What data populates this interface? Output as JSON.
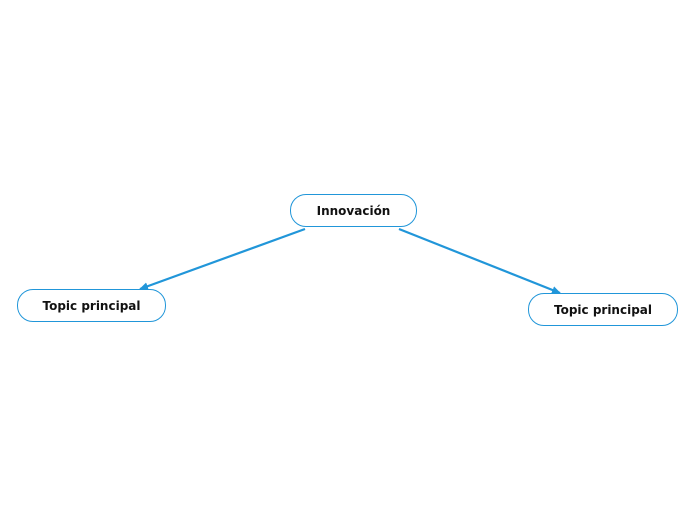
{
  "diagram": {
    "type": "mind-map",
    "line_color": "#2196d9",
    "nodes": [
      {
        "id": "root",
        "label": "Innovación"
      },
      {
        "id": "left",
        "label": "Topic principal"
      },
      {
        "id": "right",
        "label": "Topic principal"
      }
    ],
    "edges": [
      {
        "from": "root",
        "to": "left",
        "arrow": "end"
      },
      {
        "from": "root",
        "to": "right",
        "arrow": "end"
      }
    ]
  }
}
